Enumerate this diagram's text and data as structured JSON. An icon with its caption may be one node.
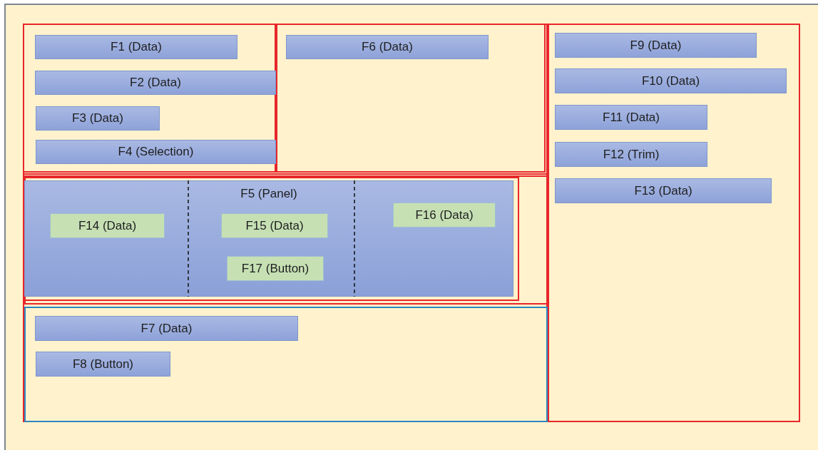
{
  "diagram": {
    "nodes": [
      {
        "text": [],
        "shape": "box"
      },
      {
        "text": [],
        "shape": "box",
        "in": 0
      },
      {
        "text": [
          "F1 (Data)"
        ],
        "in": 1
      },
      {
        "text": [
          "F2 (Data)"
        ],
        "in": 1
      },
      {
        "text": [
          "F3 (Data)"
        ],
        "in": 1
      },
      {
        "text": [
          "F4 (Selection)"
        ],
        "in": 1
      },
      {
        "text": [],
        "shape": "box",
        "in": 0
      },
      {
        "text": [
          "F6 (Data)"
        ],
        "in": 6
      },
      {
        "text": [],
        "shape": "box",
        "in": 0
      },
      {
        "text": [
          "F5 (Panel)"
        ],
        "in": 8
      },
      {
        "text": [
          "F14 (Data)"
        ],
        "in": 9
      },
      {
        "text": [
          "F15 (Data)"
        ],
        "in": 9
      },
      {
        "text": [
          "F17 (Button)"
        ],
        "in": 9
      },
      {
        "text": [
          "F16 (Data)"
        ],
        "in": 9
      },
      {
        "text": [],
        "shape": "box",
        "in": 0
      },
      {
        "text": [
          "F7 (Data)"
        ],
        "in": 14
      },
      {
        "text": [
          "F8 (Button)"
        ],
        "in": 14
      },
      {
        "text": [],
        "shape": "box"
      },
      {
        "text": [
          "F9 (Data)"
        ],
        "in": 17
      },
      {
        "text": [
          "F10 (Data)"
        ],
        "in": 17
      },
      {
        "text": [
          "F11 (Data)"
        ],
        "in": 17
      },
      {
        "text": [
          "F12 (Trim)"
        ],
        "in": 17
      },
      {
        "text": [
          "F13 (Data)"
        ],
        "in": 17
      }
    ]
  }
}
